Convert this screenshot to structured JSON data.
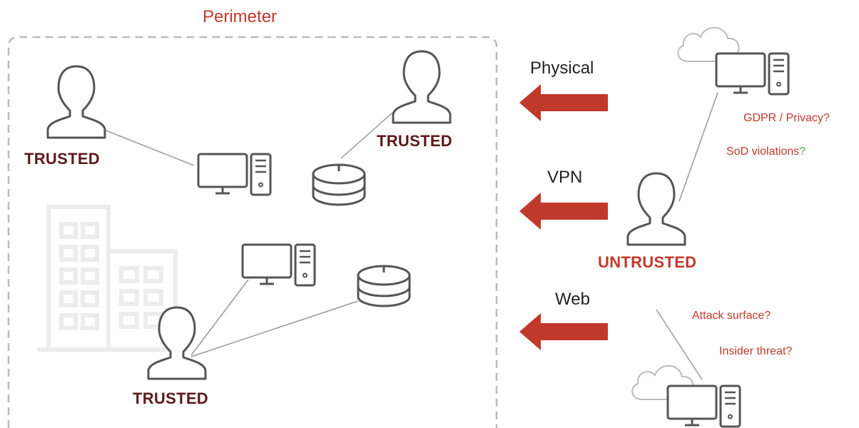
{
  "perimeter": {
    "title": "Perimeter"
  },
  "labels": {
    "trusted_1": "TRUSTED",
    "trusted_2": "TRUSTED",
    "trusted_3": "TRUSTED",
    "untrusted": "UNTRUSTED"
  },
  "channels": {
    "physical": "Physical",
    "vpn": "VPN",
    "web": "Web"
  },
  "concerns": {
    "gdpr": "GDPR / Privacy?",
    "sod_text": "SoD violations",
    "sod_mark": "?",
    "attack_surface": "Attack surface?",
    "insider_threat": "Insider threat?"
  },
  "colors": {
    "perimeter_title": "#c0392b",
    "trusted": "#5b1a1a",
    "untrusted": "#c0392b",
    "arrow": "#c0392b",
    "concern": "#c0392b",
    "concern_mark": "#4caf50",
    "icon_stroke": "#555555",
    "cloud_stroke": "#bbbbbb",
    "building": "#ececec"
  }
}
